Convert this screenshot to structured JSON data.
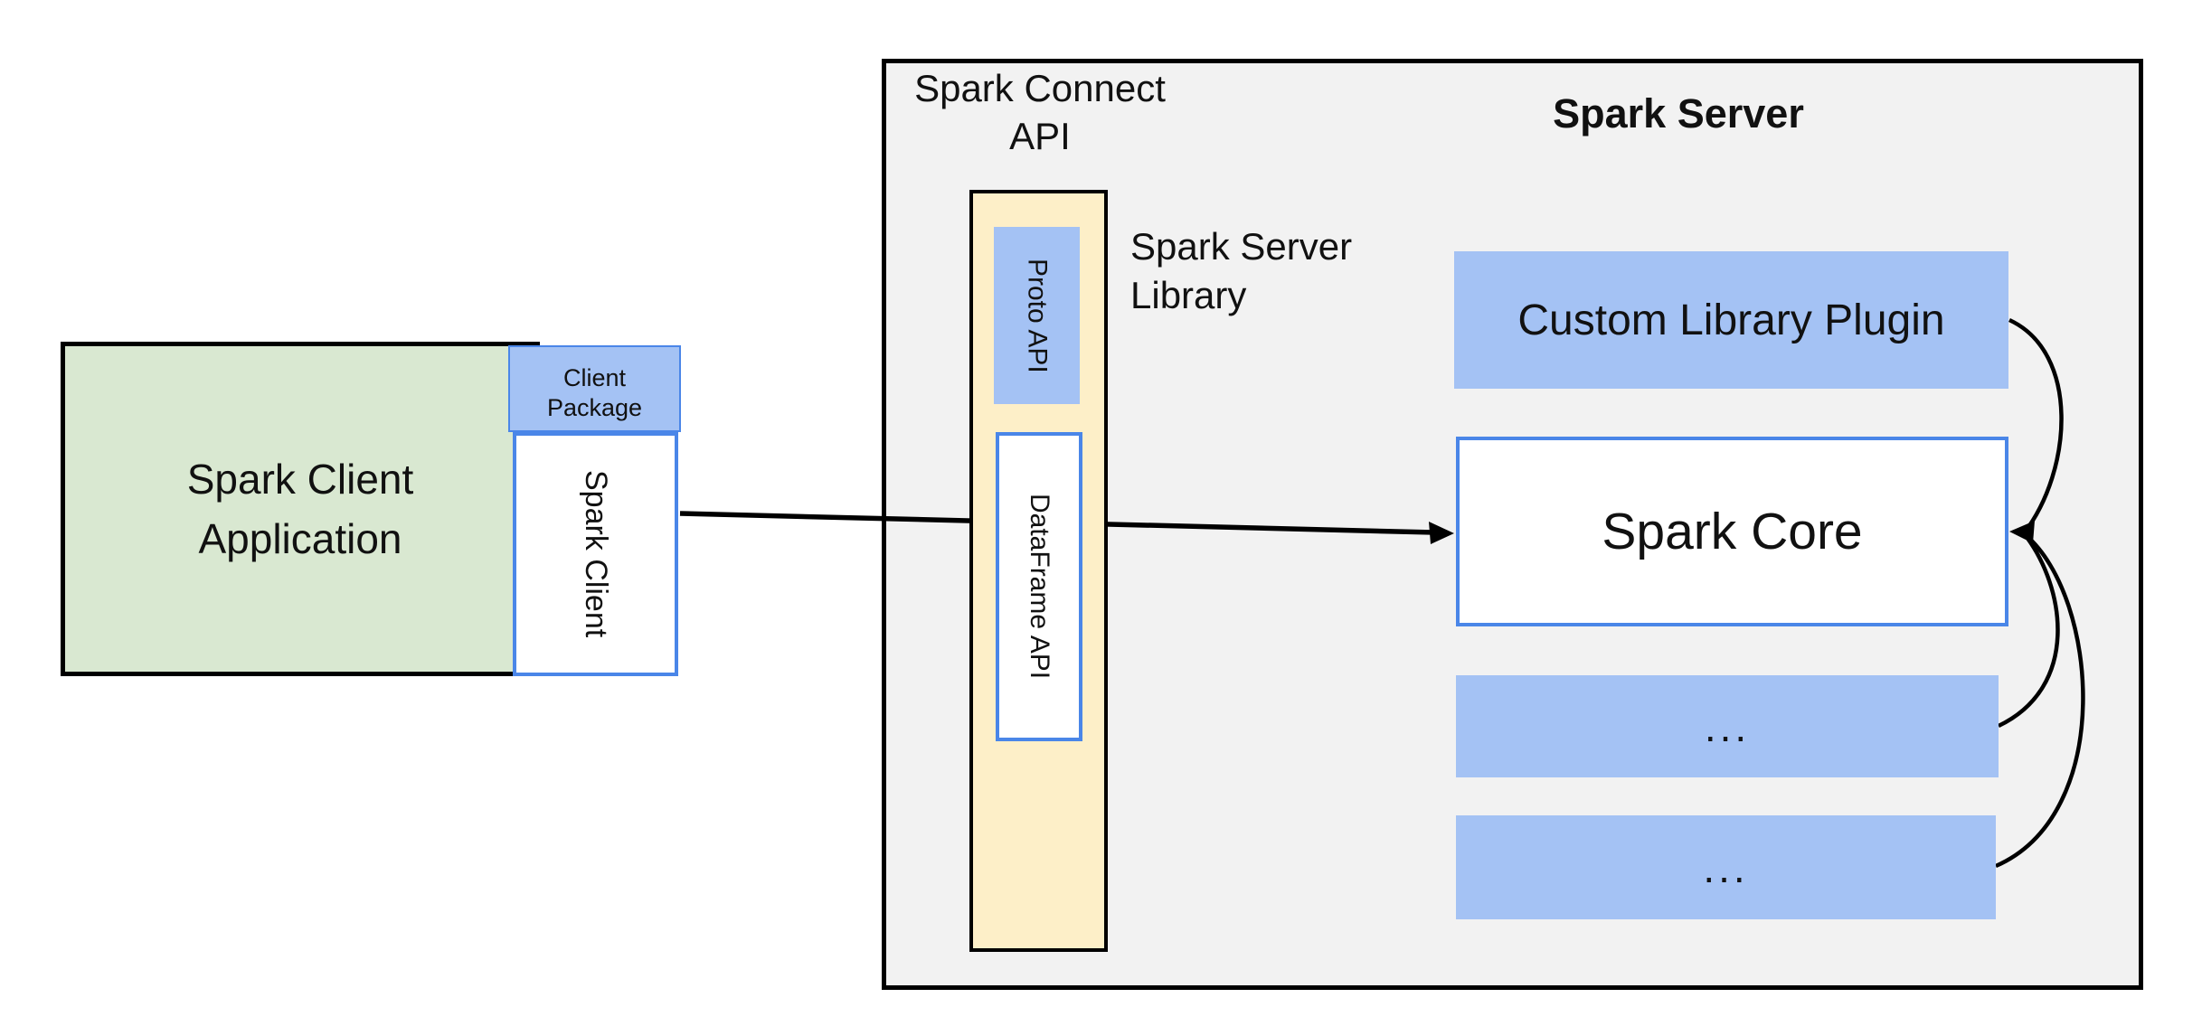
{
  "colors": {
    "green_fill": "#d9e8d1",
    "light_blue_fill": "#a4c2f4",
    "blue_border": "#4a86e8",
    "yellow_fill": "#fdefc8",
    "gray_fill": "#f2f2f2",
    "outline": "#000000",
    "text": "#111111"
  },
  "client": {
    "app_lines": [
      "Spark Client",
      "Application"
    ],
    "package_lines": [
      "Client",
      "Package"
    ],
    "spark_client_label": "Spark Client"
  },
  "connect": {
    "api_label_lines": [
      "Spark Connect",
      "API"
    ],
    "proto_api_label": "Proto API",
    "dataframe_api_label": "DataFrame API",
    "server_library_lines": [
      "Spark Server",
      "Library"
    ]
  },
  "server": {
    "title": "Spark Server",
    "plugin_label": "Custom Library Plugin",
    "core_label": "Spark Core",
    "dots_box_1": "...",
    "dots_box_2": "..."
  }
}
